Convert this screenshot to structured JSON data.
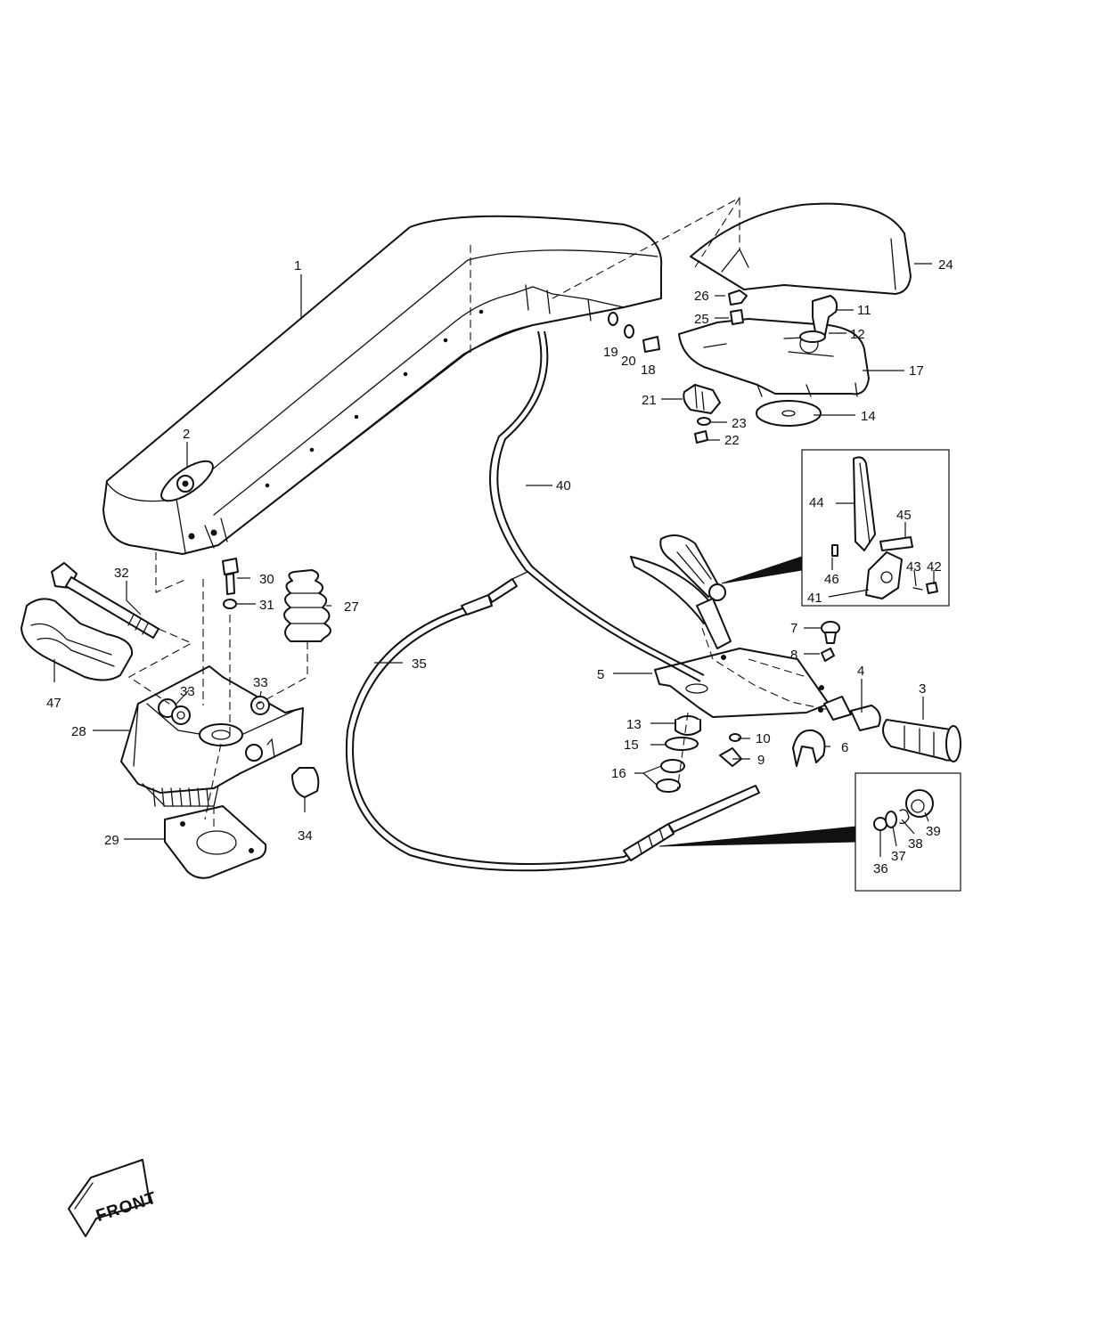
{
  "callouts": {
    "c1": "1",
    "c2": "2",
    "c3": "3",
    "c4": "4",
    "c5": "5",
    "c6": "6",
    "c7": "7",
    "c8": "8",
    "c9": "9",
    "c10": "10",
    "c11": "11",
    "c12": "12",
    "c13": "13",
    "c14": "14",
    "c15": "15",
    "c16": "16",
    "c17": "17",
    "c18": "18",
    "c19": "19",
    "c20": "20",
    "c21": "21",
    "c22": "22",
    "c23": "23",
    "c24": "24",
    "c25": "25",
    "c26": "26",
    "c27": "27",
    "c28": "28",
    "c29": "29",
    "c30": "30",
    "c31": "31",
    "c32": "32",
    "c33a": "33",
    "c33b": "33",
    "c34": "34",
    "c35": "35",
    "c36": "36",
    "c37": "37",
    "c38": "38",
    "c39": "39",
    "c40": "40",
    "c41": "41",
    "c42": "42",
    "c43": "43",
    "c44": "44",
    "c45": "45",
    "c46": "46",
    "c47": "47"
  },
  "front_arrow": {
    "label": "FRONT"
  }
}
